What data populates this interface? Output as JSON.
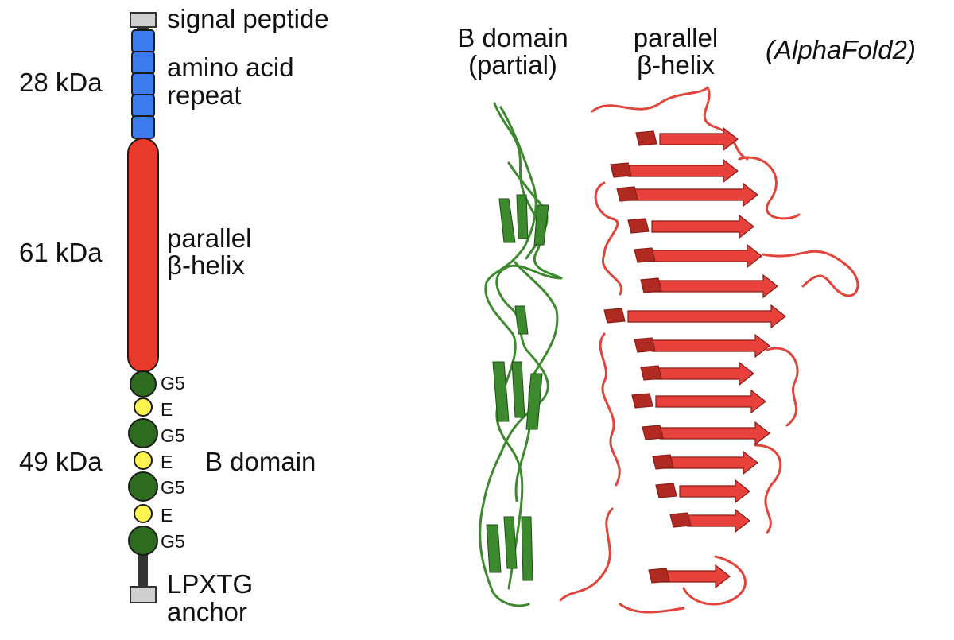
{
  "schematic": {
    "top_label": "signal peptide",
    "repeat_label_line1": "amino acid",
    "repeat_label_line2": "repeat",
    "helix_label_line1": "parallel",
    "helix_label_line2": "β-helix",
    "bdomain_label": "B domain",
    "anchor_label_line1": "LPXTG",
    "anchor_label_line2": "anchor",
    "mass_repeat": "28 kDa",
    "mass_helix": "61 kDa",
    "mass_bdomain": "49 kDa",
    "subdomains": [
      "G5",
      "E",
      "G5",
      "E",
      "G5",
      "E",
      "G5"
    ],
    "colors": {
      "repeat": "#3b7bed",
      "helix": "#e8392a",
      "g5": "#2d6b1f",
      "e": "#fff44f",
      "anchor": "#cccccc",
      "stalk": "#333333"
    }
  },
  "structure": {
    "bdomain_title_line1": "B domain",
    "bdomain_title_line2": "(partial)",
    "helix_title_line1": "parallel",
    "helix_title_line2": "β-helix",
    "method_label": "(AlphaFold2)",
    "colors": {
      "bdomain": "#3d8a2e",
      "helix": "#e8403a",
      "helix_dark": "#b02a22"
    }
  }
}
